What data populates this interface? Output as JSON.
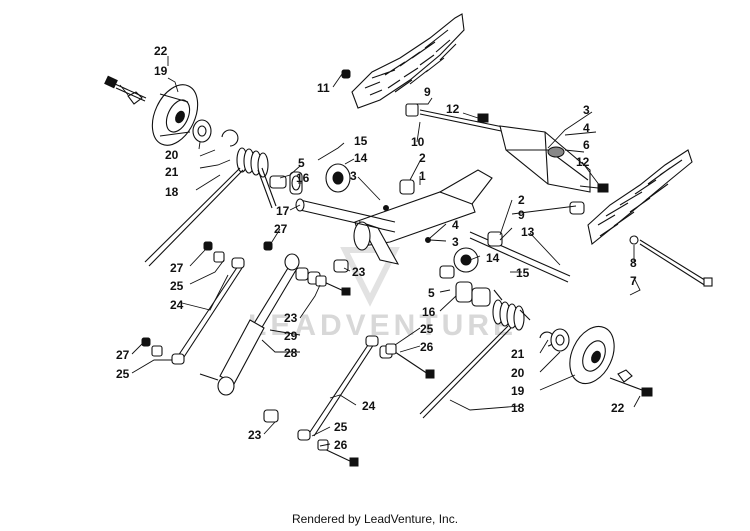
{
  "footer": {
    "credit": "Rendered by LeadVenture, Inc."
  },
  "watermark": {
    "text": "LEADVENTURE"
  },
  "callouts": [
    {
      "id": "c22a",
      "text": "22"
    },
    {
      "id": "c19a",
      "text": "19"
    },
    {
      "id": "c11",
      "text": "11"
    },
    {
      "id": "c9a",
      "text": "9"
    },
    {
      "id": "c12a",
      "text": "12"
    },
    {
      "id": "c3a",
      "text": "3"
    },
    {
      "id": "c4a",
      "text": "4"
    },
    {
      "id": "c6",
      "text": "6"
    },
    {
      "id": "c12b",
      "text": "12"
    },
    {
      "id": "c10",
      "text": "10"
    },
    {
      "id": "c15a",
      "text": "15"
    },
    {
      "id": "c14a",
      "text": "14"
    },
    {
      "id": "c5a",
      "text": "5"
    },
    {
      "id": "c16a",
      "text": "16"
    },
    {
      "id": "c3b",
      "text": "3"
    },
    {
      "id": "c2a",
      "text": "2"
    },
    {
      "id": "c1",
      "text": "1"
    },
    {
      "id": "c20a",
      "text": "20"
    },
    {
      "id": "c21a",
      "text": "21"
    },
    {
      "id": "c18a",
      "text": "18"
    },
    {
      "id": "c17",
      "text": "17"
    },
    {
      "id": "c27a",
      "text": "27"
    },
    {
      "id": "c2b",
      "text": "2"
    },
    {
      "id": "c9b",
      "text": "9"
    },
    {
      "id": "c4b",
      "text": "4"
    },
    {
      "id": "c3c",
      "text": "3"
    },
    {
      "id": "c13",
      "text": "13"
    },
    {
      "id": "c8",
      "text": "8"
    },
    {
      "id": "c7",
      "text": "7"
    },
    {
      "id": "c27b",
      "text": "27"
    },
    {
      "id": "c25a",
      "text": "25"
    },
    {
      "id": "c14b",
      "text": "14"
    },
    {
      "id": "c23a",
      "text": "23"
    },
    {
      "id": "c15b",
      "text": "15"
    },
    {
      "id": "c24a",
      "text": "24"
    },
    {
      "id": "c5b",
      "text": "5"
    },
    {
      "id": "c16b",
      "text": "16"
    },
    {
      "id": "c23b",
      "text": "23"
    },
    {
      "id": "c29",
      "text": "29"
    },
    {
      "id": "c25b",
      "text": "25"
    },
    {
      "id": "c28",
      "text": "28"
    },
    {
      "id": "c26a",
      "text": "26"
    },
    {
      "id": "c27c",
      "text": "27"
    },
    {
      "id": "c25c",
      "text": "25"
    },
    {
      "id": "c21b",
      "text": "21"
    },
    {
      "id": "c20b",
      "text": "20"
    },
    {
      "id": "c19b",
      "text": "19"
    },
    {
      "id": "c18b",
      "text": "18"
    },
    {
      "id": "c22b",
      "text": "22"
    },
    {
      "id": "c24b",
      "text": "24"
    },
    {
      "id": "c23c",
      "text": "23"
    },
    {
      "id": "c25d",
      "text": "25"
    },
    {
      "id": "c26b",
      "text": "26"
    }
  ]
}
